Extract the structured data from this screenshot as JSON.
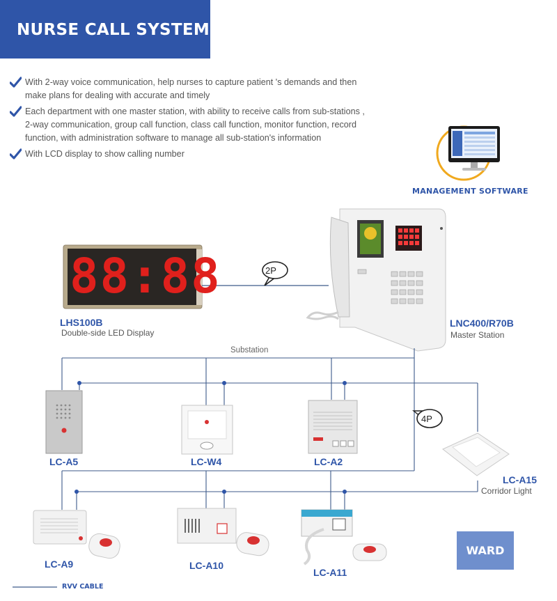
{
  "title": "NURSE CALL SYSTEM",
  "bullets": [
    {
      "text": "With 2-way voice communication, help nurses to capture patient 's demands and then make plans for dealing with accurate and timely"
    },
    {
      "text": "Each department with one master station, with ability to receive calls from sub-stations , 2-way communication, group call function, class call function, monitor function, record function, with administration software to manage all sub-station's information"
    },
    {
      "text": "With LCD display to show calling number"
    }
  ],
  "management_software": "MANAGEMENT SOFTWARE",
  "led_display": {
    "model": "LHS100B",
    "desc": "Double-side LED Display",
    "digits": "88:88"
  },
  "master_station": {
    "model": "LNC400/R70B",
    "desc": "Master Station"
  },
  "substation_label": "Substation",
  "wire_2p": "2P",
  "wire_4p": "4P",
  "devices": [
    {
      "model": "LC-A5"
    },
    {
      "model": "LC-W4"
    },
    {
      "model": "LC-A2"
    },
    {
      "model": "LC-A15",
      "desc": "Corridor Light"
    },
    {
      "model": "LC-A9"
    },
    {
      "model": "LC-A10"
    },
    {
      "model": "LC-A11"
    }
  ],
  "ward": "WARD",
  "legend": "RVV CABLE",
  "colors": {
    "brand_blue": "#2f55a8",
    "ward_blue": "#6f8fcd",
    "led_red": "#e0201c",
    "wire": "#3d5a8a"
  }
}
